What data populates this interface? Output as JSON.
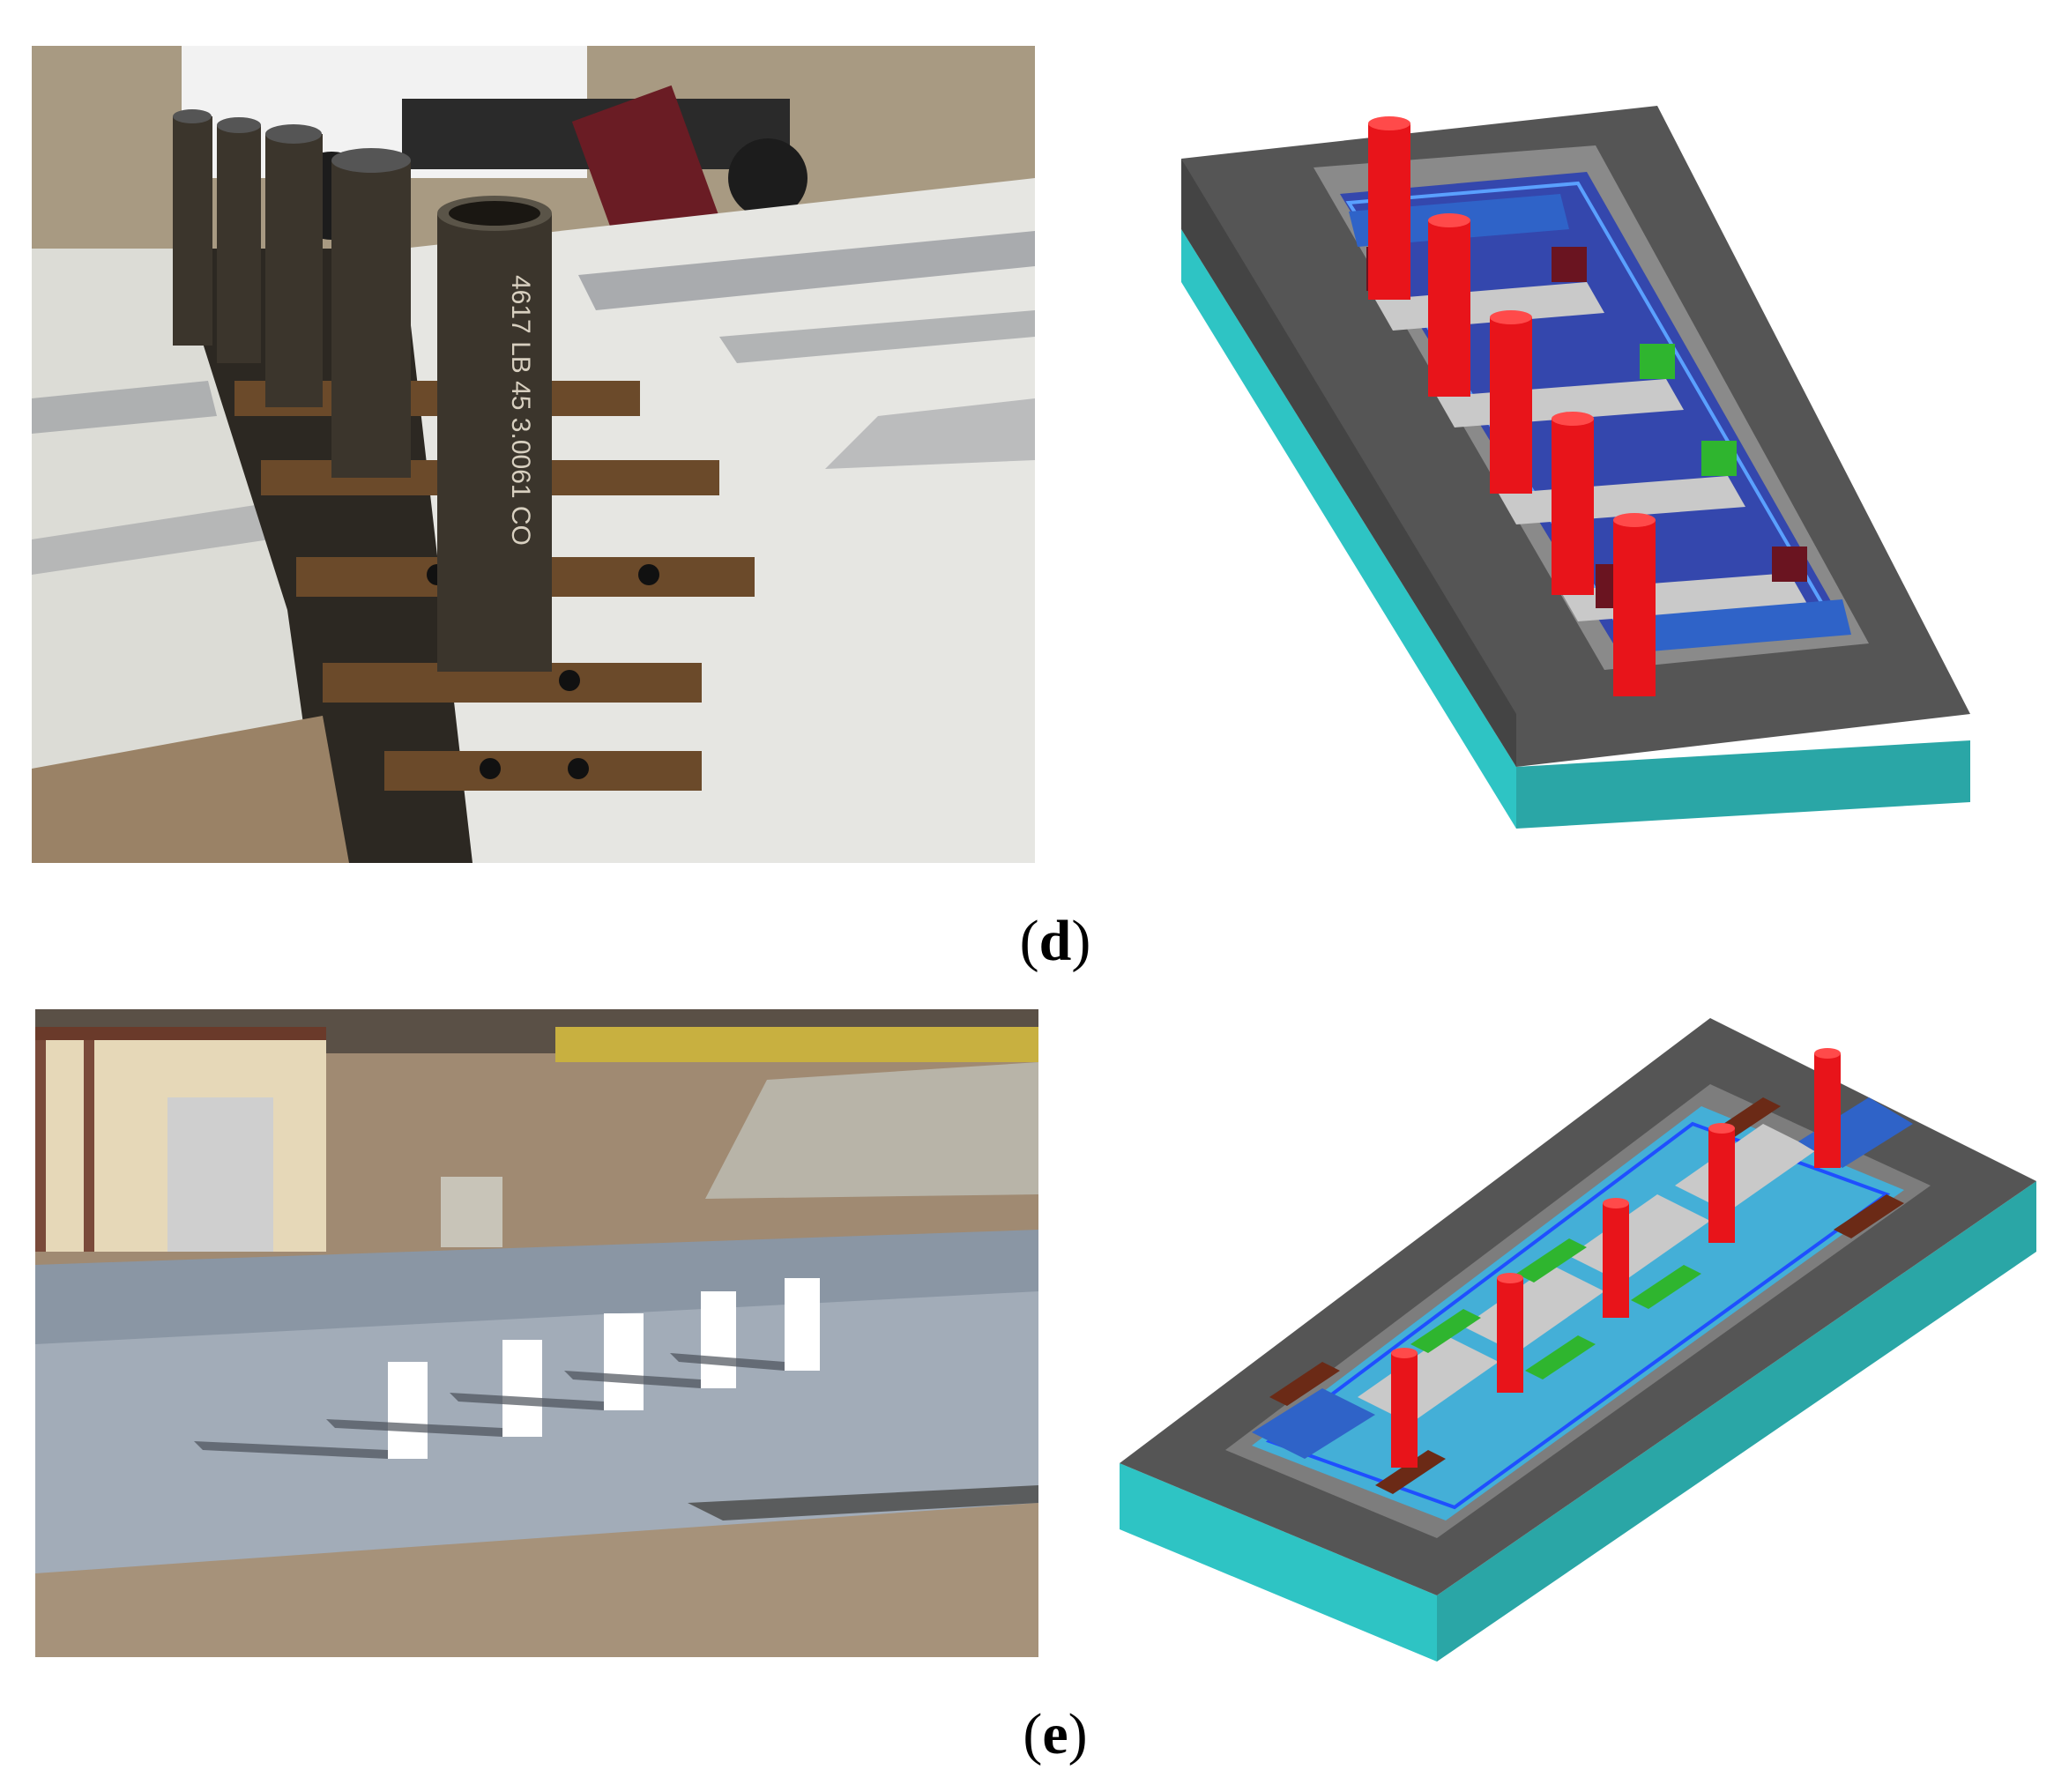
{
  "captions": {
    "d": "d",
    "e": "e"
  },
  "photo_d_text": {
    "pipe_marking": "4617 LB 45 3.0061 CO"
  },
  "colors": {
    "steel_pipe": "#3b352c",
    "concrete_white": "#e6e6e2",
    "soil": "#9a8266",
    "slab_gray": "#555555",
    "slab_teal": "#2ec4c4",
    "pier_red": "#e8141a",
    "beam_blue": "#2f63c8",
    "mesh_blue": "#2f5cff",
    "block_green": "#2fb52f",
    "block_maroon": "#6a1420",
    "panel_light_gray": "#c9c9c9",
    "mesh_cyan": "#3ab7e6",
    "block_brown": "#6b2a16"
  }
}
